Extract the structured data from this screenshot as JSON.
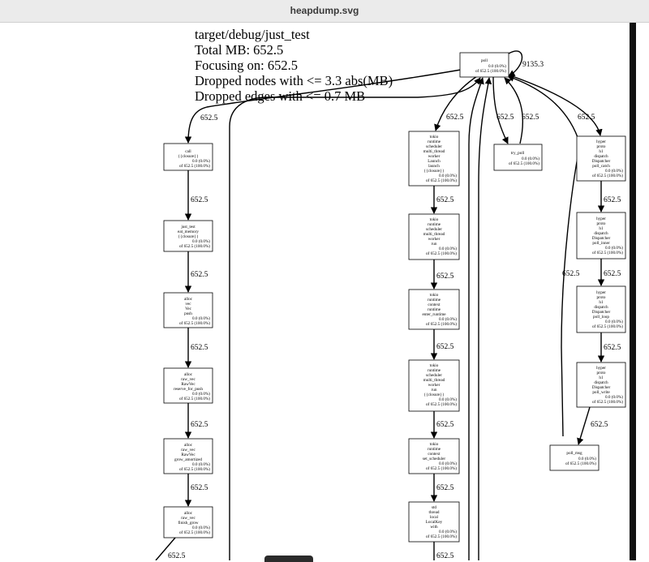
{
  "window": {
    "title": "heapdump.svg"
  },
  "header": {
    "lines": [
      "target/debug/just_test",
      "Total MB: 652.5",
      "Focusing on: 652.5",
      "Dropped nodes with <= 3.3 abs(MB)",
      "Dropped edges with <= 0.7 MB"
    ]
  },
  "nodes": {
    "poll": [
      "poll",
      "0.0 (0.0%)",
      "of 652.5 (100.0%)"
    ],
    "call": [
      "call",
      "{{closure}}",
      "0.0 (0.0%)",
      "of 652.5 (100.0%)"
    ],
    "just_test": [
      "just_test",
      "eat_memory",
      "{{closure}}",
      "0.0 (0.0%)",
      "of 652.5 (100.0%)"
    ],
    "vec_push": [
      "alloc",
      "vec",
      "Vec",
      "push",
      "0.0 (0.0%)",
      "of 652.5 (100.0%)"
    ],
    "reserve": [
      "alloc",
      "raw_vec",
      "RawVec",
      "reserve_for_push",
      "0.0 (0.0%)",
      "of 652.5 (100.0%)"
    ],
    "grow_amortized": [
      "alloc",
      "raw_vec",
      "RawVec",
      "grow_amortized",
      "0.0 (0.0%)",
      "of 652.5 (100.0%)"
    ],
    "finish_grow": [
      "alloc",
      "raw_vec",
      "finish_grow",
      "0.0 (0.0%)",
      "of 652.5 (100.0%)"
    ],
    "launch": [
      "tokio",
      "runtime",
      "scheduler",
      "multi_thread",
      "worker",
      "Launch",
      "launch",
      "{{closure}}",
      "0.0 (0.0%)",
      "of 652.5 (100.0%)"
    ],
    "worker_run": [
      "tokio",
      "runtime",
      "scheduler",
      "multi_thread",
      "worker",
      "run",
      "0.0 (0.0%)",
      "of 652.5 (100.0%)"
    ],
    "enter_runtime": [
      "tokio",
      "runtime",
      "context",
      "runtime",
      "enter_runtime",
      "0.0 (0.0%)",
      "of 652.5 (100.0%)"
    ],
    "run_closure": [
      "tokio",
      "runtime",
      "scheduler",
      "multi_thread",
      "worker",
      "run",
      "{{closure}}",
      "0.0 (0.0%)",
      "of 652.5 (100.0%)"
    ],
    "set_scheduler": [
      "tokio",
      "runtime",
      "context",
      "set_scheduler",
      "0.0 (0.0%)",
      "of 652.5 (100.0%)"
    ],
    "localkey_with": [
      "std",
      "thread",
      "local",
      "LocalKey",
      "with",
      "0.0 (0.0%)",
      "of 652.5 (100.0%)"
    ],
    "try_poll": [
      "try_poll",
      "0.0 (0.0%)",
      "of 652.5 (100.0%)"
    ],
    "poll_catch": [
      "hyper",
      "proto",
      "h1",
      "dispatch",
      "Dispatcher",
      "poll_catch",
      "0.0 (0.0%)",
      "of 652.5 (100.0%)"
    ],
    "poll_inner": [
      "hyper",
      "proto",
      "h1",
      "dispatch",
      "Dispatcher",
      "poll_inner",
      "0.0 (0.0%)",
      "of 652.5 (100.0%)"
    ],
    "poll_loop": [
      "hyper",
      "proto",
      "h1",
      "dispatch",
      "Dispatcher",
      "poll_loop",
      "0.0 (0.0%)",
      "of 652.5 (100.0%)"
    ],
    "poll_write": [
      "hyper",
      "proto",
      "h1",
      "dispatch",
      "Dispatcher",
      "poll_write",
      "0.0 (0.0%)",
      "of 652.5 (100.0%)"
    ],
    "poll_msg": [
      "poll_msg",
      "0.0 (0.0%)",
      "of 652.5 (100.0%)"
    ]
  },
  "edges": {
    "self_loop": "9135.3",
    "poll_to_call": "652.5",
    "call_to_just_test": "652.5",
    "just_test_to_push": "652.5",
    "push_to_reserve": "652.5",
    "reserve_to_grow": "652.5",
    "grow_to_finish": "652.5",
    "finish_out": "652.5",
    "poll_to_launch": "652.5",
    "launch_to_run": "652.5",
    "run_to_enter": "652.5",
    "enter_to_closure": "652.5",
    "closure_to_set": "652.5",
    "set_to_with": "652.5",
    "with_out": "652.5",
    "poll_to_try": "652.5",
    "try_to_poll": "652.5",
    "poll_to_catch": "652.5",
    "catch_to_inner": "652.5",
    "msg_to_poll": "652.5",
    "inner_to_loop": "652.5",
    "loop_to_write": "652.5",
    "write_to_msg": "652.5"
  }
}
